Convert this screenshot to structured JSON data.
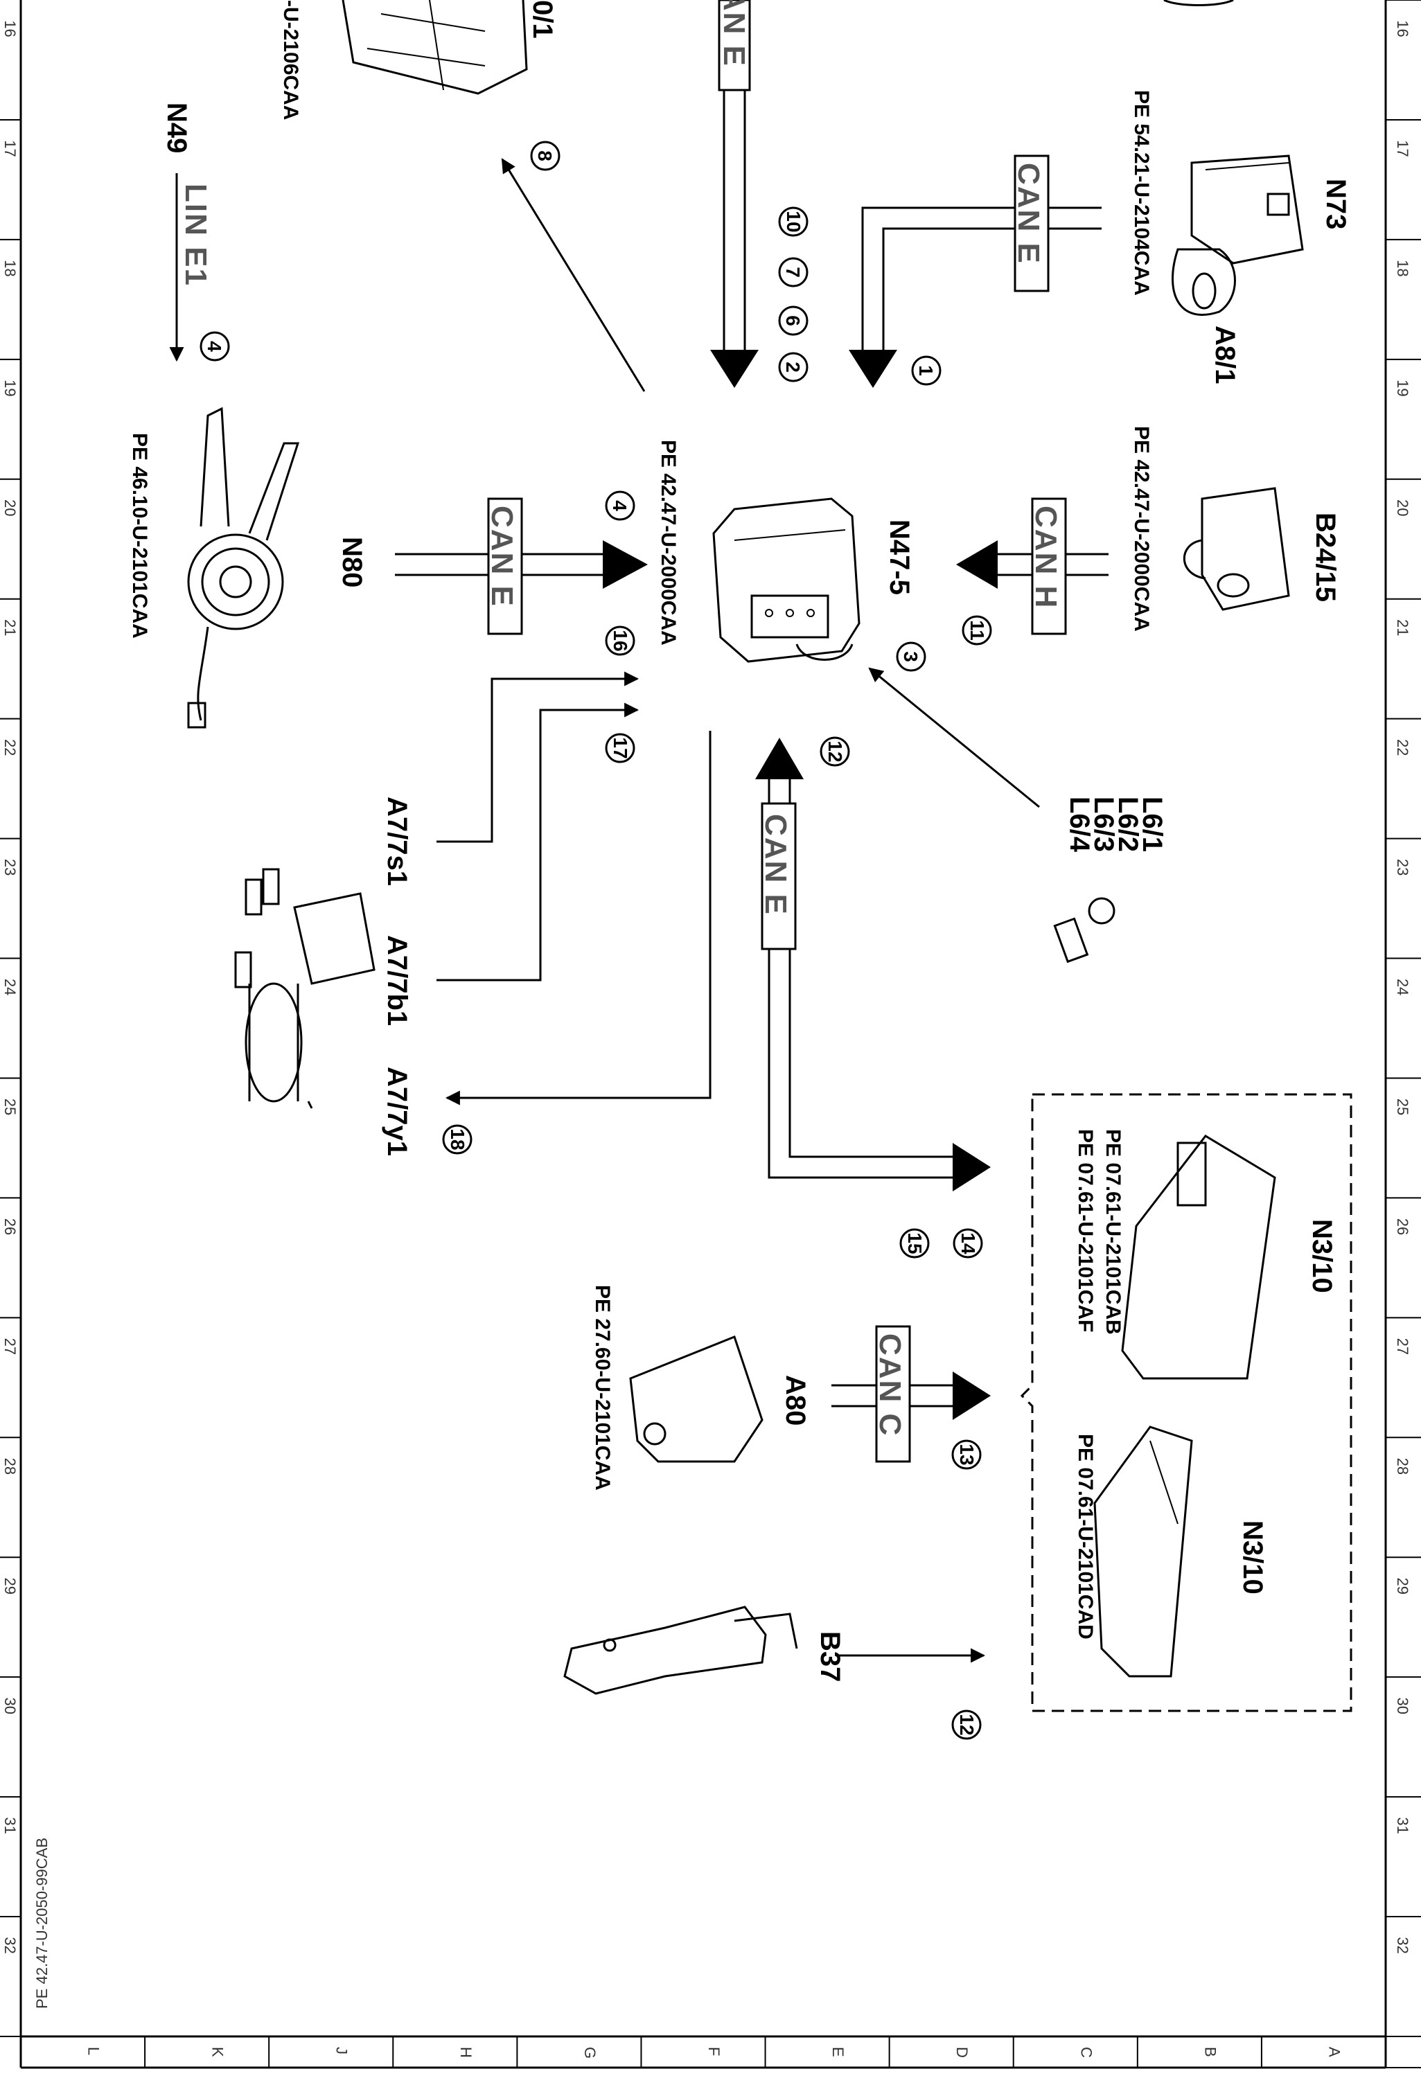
{
  "grid": {
    "rows": [
      "16",
      "17",
      "18",
      "19",
      "20",
      "21",
      "22",
      "23",
      "24",
      "25",
      "26",
      "27",
      "28",
      "29",
      "30",
      "31",
      "32"
    ],
    "cols": [
      "L",
      "K",
      "J",
      "H",
      "G",
      "F",
      "E",
      "D",
      "C",
      "B",
      "A"
    ]
  },
  "document_ref": "PE 42.47-U-2050-99CAB",
  "components": {
    "n73": {
      "label": "N73",
      "ref": "PE 54.21-U-2104CAA"
    },
    "a8_1": {
      "label": "A8/1"
    },
    "b24_15": {
      "label": "B24/15",
      "ref": "PE 42.47-U-2000CAA"
    },
    "n47_5": {
      "label": "N47-5",
      "ref": "PE 42.47-U-2000CAA"
    },
    "n80": {
      "label": "N80",
      "ref": "PE 46.10-U-2101CAA"
    },
    "n49": {
      "label": "N49"
    },
    "top_partial": {
      "label": "0/1",
      "ref": "-U-2106CAA"
    },
    "l6": {
      "labels": [
        "L6/1",
        "L6/2",
        "L6/3",
        "L6/4"
      ]
    },
    "a7_7s1": {
      "label": "A7/7s1"
    },
    "a7_7b1": {
      "label": "A7/7b1"
    },
    "a7_7y1": {
      "label": "A7/7y1"
    },
    "n3_10_a": {
      "label": "N3/10",
      "refs": [
        "PE 07.61-U-2101CAB",
        "PE 07.61-U-2101CAF"
      ]
    },
    "n3_10_b": {
      "label": "N3/10",
      "ref": "PE 07.61-U-2101CAD"
    },
    "a80": {
      "label": "A80",
      "ref": "PE 27.60-U-2101CAA"
    },
    "b37": {
      "label": "B37"
    }
  },
  "buses": {
    "can_e_top": "CAN E",
    "can_e_n73": "CAN E",
    "can_h": "CAN H",
    "can_e_n80": "CAN E",
    "lin_e1": "LIN E1",
    "can_e_bottom": "CAN E",
    "can_c": "CAN C"
  },
  "callouts": {
    "c1": "1",
    "c2": "2",
    "c6": "6",
    "c7": "7",
    "c10": "10",
    "c8": "8",
    "c4a": "4",
    "c4b": "4",
    "c11": "11",
    "c3": "3",
    "c16": "16",
    "c17": "17",
    "c12a": "12",
    "c18": "18",
    "c14": "14",
    "c15": "15",
    "c13": "13",
    "c12b": "12"
  }
}
